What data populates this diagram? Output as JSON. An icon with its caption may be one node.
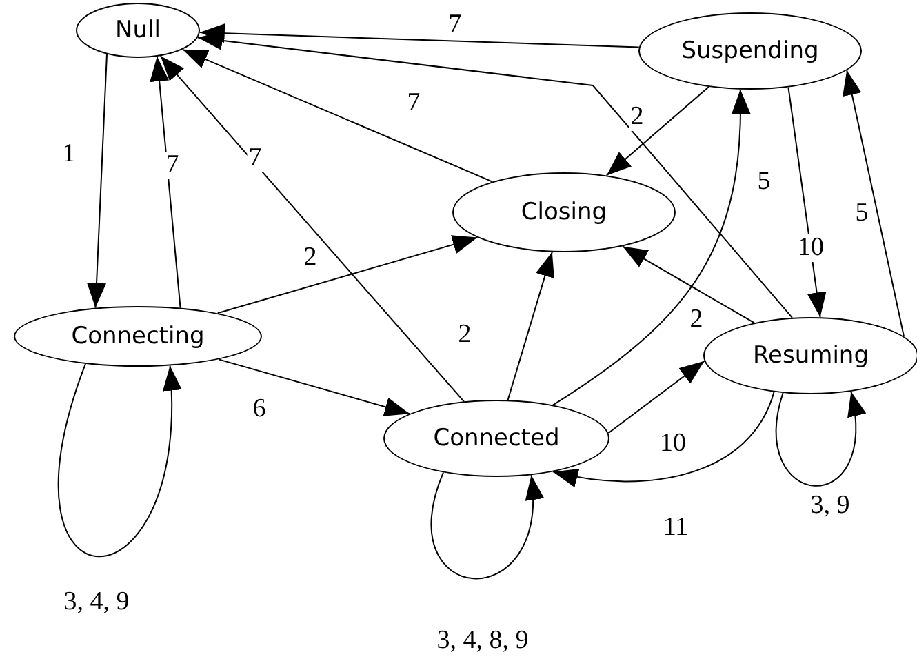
{
  "diagram": {
    "nodes": [
      {
        "text": [
          "Null"
        ]
      },
      {
        "text": [
          "Suspending"
        ]
      },
      {
        "text": [
          "Closing"
        ]
      },
      {
        "text": [
          "Connecting"
        ]
      },
      {
        "text": [
          "Connected"
        ]
      },
      {
        "text": [
          "Resuming"
        ]
      }
    ],
    "edges": [
      {
        "from": 0,
        "to": 3,
        "arrow": "to",
        "label": "1"
      },
      {
        "from": 3,
        "to": 0,
        "arrow": "to",
        "label": "7"
      },
      {
        "from": 1,
        "to": 0,
        "arrow": "to",
        "label": "7"
      },
      {
        "from": 2,
        "to": 0,
        "arrow": "to",
        "label": "7"
      },
      {
        "from": 4,
        "to": 0,
        "arrow": "to",
        "label": "7"
      },
      {
        "from": 5,
        "to": 0,
        "arrow": "to"
      },
      {
        "from": 1,
        "to": 2,
        "arrow": "to",
        "label": "2"
      },
      {
        "from": 3,
        "to": 2,
        "arrow": "to",
        "label": "2"
      },
      {
        "from": 4,
        "to": 2,
        "arrow": "to",
        "label": "2"
      },
      {
        "from": 5,
        "to": 2,
        "arrow": "to",
        "label": "2"
      },
      {
        "from": 3,
        "to": 4,
        "arrow": "to",
        "label": "6"
      },
      {
        "from": 4,
        "to": 1,
        "arrow": "to",
        "label": "5"
      },
      {
        "from": 1,
        "to": 5,
        "arrow": "to",
        "label": "10"
      },
      {
        "from": 5,
        "to": 1,
        "arrow": "to",
        "label": "5"
      },
      {
        "from": 4,
        "to": 5,
        "arrow": "to",
        "label": "10"
      },
      {
        "from": 5,
        "to": 4,
        "arrow": "to",
        "label": "11"
      },
      {
        "from": 3,
        "to": 3,
        "arrow": "to",
        "label": "3, 4, 9"
      },
      {
        "from": 4,
        "to": 4,
        "arrow": "to",
        "label": "3, 4, 8, 9"
      },
      {
        "from": 5,
        "to": 5,
        "arrow": "to",
        "label": "3, 9"
      }
    ]
  }
}
